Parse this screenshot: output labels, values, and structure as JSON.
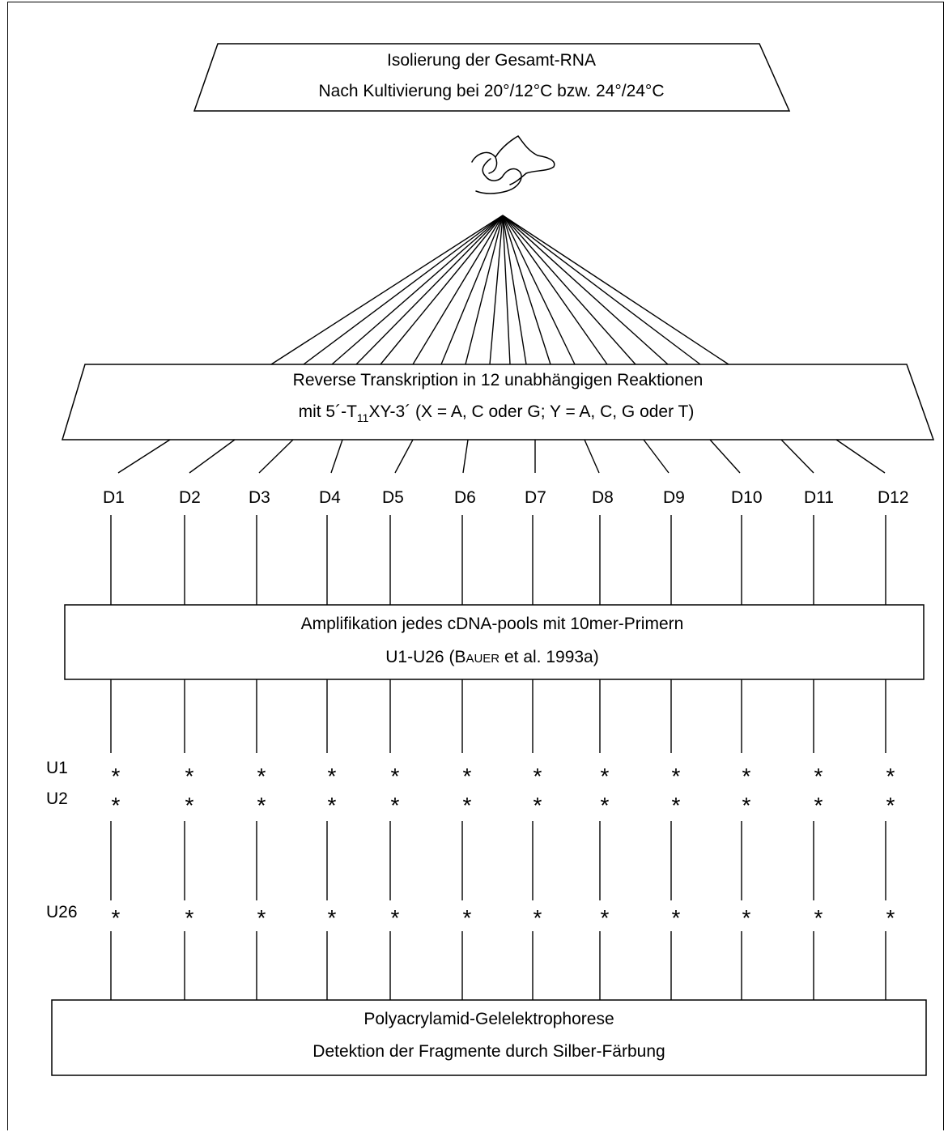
{
  "top_box": {
    "line1": "Isolierung der Gesamt-RNA",
    "line2": "Nach Kultivierung bei 20°/12°C bzw. 24°/24°C"
  },
  "rt_box": {
    "line1": "Reverse Transkription in 12 unabhängigen Reaktionen",
    "line2_prefix": "mit 5´-T",
    "line2_subscript": "11",
    "line2_suffix": "XY-3´ (X = A, C oder G; Y = A, C, G oder T)"
  },
  "reactions": [
    "D1",
    "D2",
    "D3",
    "D4",
    "D5",
    "D6",
    "D7",
    "D8",
    "D9",
    "D10",
    "D11",
    "D12"
  ],
  "amp_box": {
    "line1": "Amplifikation jedes cDNA-pools mit 10mer-Primern",
    "line2_prefix": "U1-U26 (",
    "line2_smallcaps": "Bauer",
    "line2_suffix": " et al. 1993a)"
  },
  "primers": [
    "U1",
    "U2",
    "U26"
  ],
  "marker": "*",
  "gel_box": {
    "line1": "Polyacrylamid-Gelelektrophorese",
    "line2": "Detektion der Fragmente durch Silber-Färbung"
  }
}
